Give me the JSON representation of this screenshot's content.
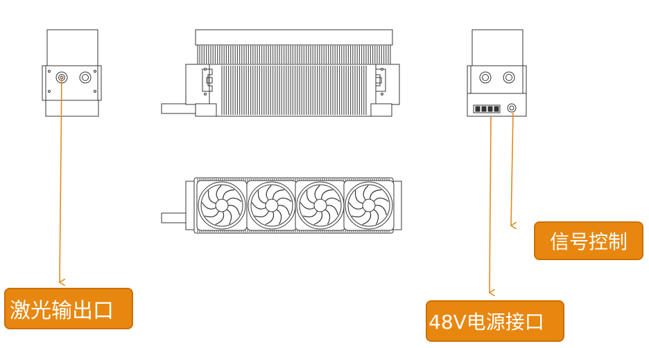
{
  "labels": {
    "laser_output": "激光输出口",
    "signal_control": "信号控制",
    "power_port": "48V电源接口"
  },
  "colors": {
    "label_fill": "#e8870f",
    "label_border": "#c96f05",
    "arrow": "#e08a1e",
    "line": "#333333"
  }
}
